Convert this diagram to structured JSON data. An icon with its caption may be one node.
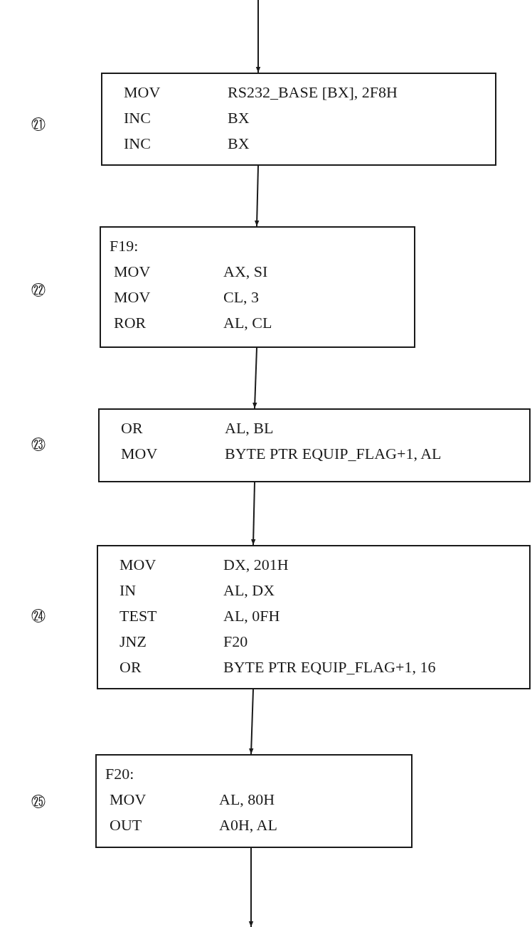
{
  "diagram": {
    "nodes": [
      {
        "text": [
          "MOV",
          "RS232_BASE [BX], 2F8H",
          "INC",
          "BX",
          "INC",
          "BX"
        ],
        "beside": [
          "㉑"
        ]
      },
      {
        "text": [
          "F19:",
          "MOV",
          "AX, SI",
          "MOV",
          "CL, 3",
          "ROR",
          "AL, CL"
        ],
        "beside": [
          "㉒"
        ]
      },
      {
        "text": [
          "OR",
          "AL, BL",
          "MOV",
          "BYTE PTR EQUIP_FLAG+1, AL"
        ],
        "beside": [
          "㉓"
        ]
      },
      {
        "text": [
          "MOV",
          "DX, 201H",
          "IN",
          "AL, DX",
          "TEST",
          "AL, 0FH",
          "JNZ",
          "F20",
          "OR",
          "BYTE PTR EQUIP_FLAG+1, 16"
        ],
        "beside": [
          "㉔"
        ]
      },
      {
        "text": [
          "F20:",
          "MOV",
          "AL, 80H",
          "OUT",
          "A0H, AL"
        ],
        "beside": [
          "㉕"
        ]
      }
    ],
    "edges": [
      {
        "from": null,
        "to": 0,
        "arrow": "to"
      },
      {
        "from": 0,
        "to": 1,
        "arrow": "to"
      },
      {
        "from": 1,
        "to": 2,
        "arrow": "to"
      },
      {
        "from": 2,
        "to": 3,
        "arrow": "to"
      },
      {
        "from": 3,
        "to": 4,
        "arrow": "to"
      },
      {
        "from": 4,
        "to": null,
        "arrow": "to"
      }
    ]
  }
}
